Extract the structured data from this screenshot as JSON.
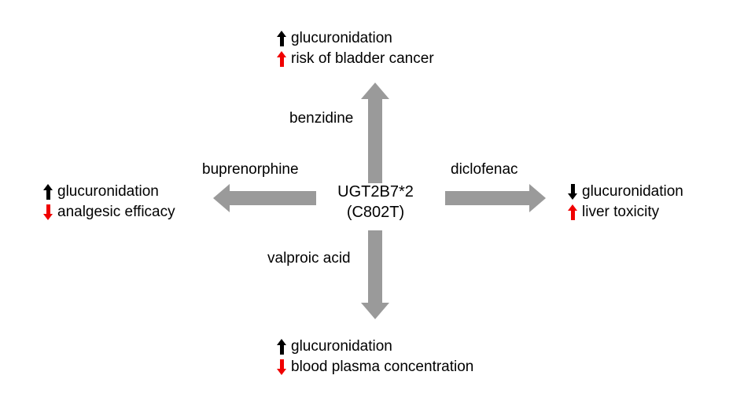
{
  "diagram": {
    "type": "radial-effect-diagram",
    "background_color": "#ffffff",
    "arrow_color": "#9a9a9a",
    "increase_color": "#000000",
    "decrease_color": "#f00000",
    "center": {
      "gene_label": "UGT2B7*2",
      "variant_label": "(C802T)"
    },
    "branches": {
      "top": {
        "drug": "benzidine",
        "direction": "up",
        "outcomes": [
          {
            "arrow": "up-arrow-black",
            "arrow_direction": "up",
            "arrow_color": "#000000",
            "text": "glucuronidation"
          },
          {
            "arrow": "up-arrow-red",
            "arrow_direction": "up",
            "arrow_color": "#f00000",
            "text": "risk of bladder cancer"
          }
        ]
      },
      "left": {
        "drug": "buprenorphine",
        "direction": "left",
        "outcomes": [
          {
            "arrow": "up-arrow-black",
            "arrow_direction": "up",
            "arrow_color": "#000000",
            "text": "glucuronidation"
          },
          {
            "arrow": "down-arrow-red",
            "arrow_direction": "down",
            "arrow_color": "#f00000",
            "text": "analgesic efficacy"
          }
        ]
      },
      "right": {
        "drug": "diclofenac",
        "direction": "right",
        "outcomes": [
          {
            "arrow": "down-arrow-black",
            "arrow_direction": "down",
            "arrow_color": "#000000",
            "text": "glucuronidation"
          },
          {
            "arrow": "up-arrow-red",
            "arrow_direction": "up",
            "arrow_color": "#f00000",
            "text": "liver toxicity"
          }
        ]
      },
      "bottom": {
        "drug": "valproic acid",
        "direction": "down",
        "outcomes": [
          {
            "arrow": "up-arrow-black",
            "arrow_direction": "up",
            "arrow_color": "#000000",
            "text": "glucuronidation"
          },
          {
            "arrow": "down-arrow-red",
            "arrow_direction": "down",
            "arrow_color": "#f00000",
            "text": "blood plasma concentration"
          }
        ]
      }
    }
  }
}
